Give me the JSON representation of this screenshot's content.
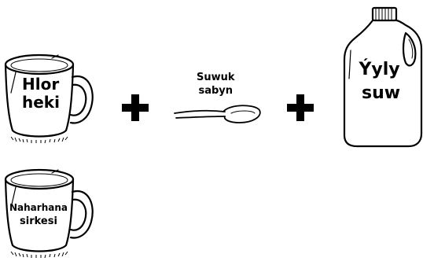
{
  "items": {
    "mug_bleach": {
      "line1": "Hlor",
      "line2": "heki"
    },
    "spoon": {
      "line1": "Suwuk",
      "line2": "sabyn"
    },
    "jug": {
      "line1": "Ýyly",
      "line2": "suw"
    },
    "mug_vinegar": {
      "line1": "Naharhana",
      "line2": "sirkesi"
    }
  },
  "operators": [
    "plus",
    "plus"
  ],
  "icons": {
    "mug": "mug-icon",
    "spoon": "spoon-icon",
    "jug": "jug-icon",
    "plus": "plus-icon"
  },
  "colors": {
    "ink": "#000000",
    "background": "#ffffff"
  }
}
